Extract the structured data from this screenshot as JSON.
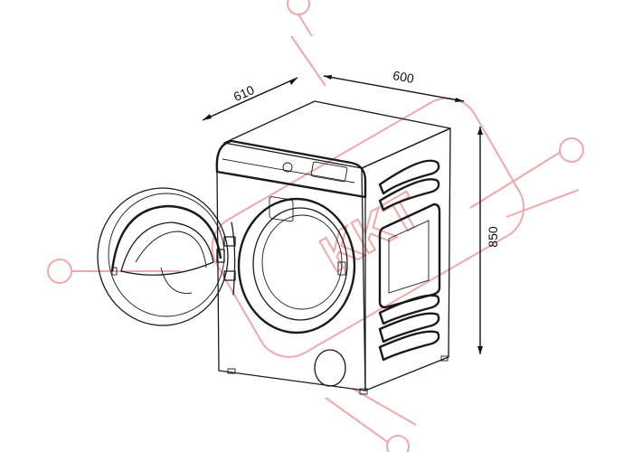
{
  "dimensions": {
    "depth": "610",
    "width": "600",
    "height": "850"
  },
  "watermark": {
    "text": "KKT",
    "color": "#ef9a9a"
  },
  "colors": {
    "line": "#1a1a1a",
    "background": "#ffffff"
  }
}
